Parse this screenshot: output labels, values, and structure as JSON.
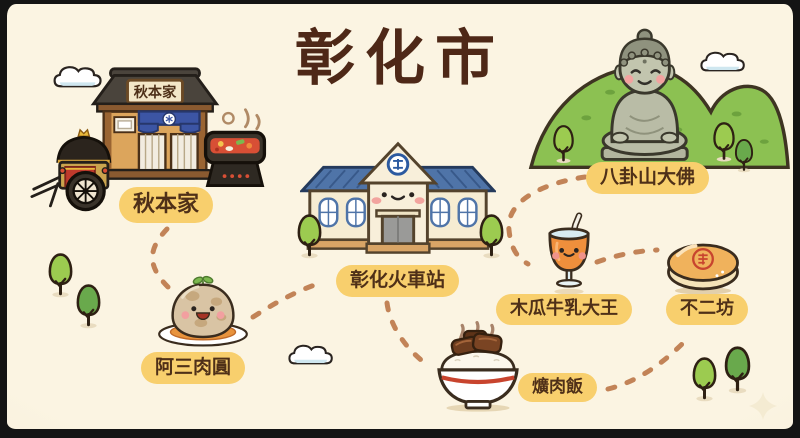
{
  "title": "彰化市",
  "palette": {
    "background_cream": "#fbf4e2",
    "frame_black": "#141414",
    "title_brown": "#4e2817",
    "label_pill_yellow": "#f8cf6d",
    "label_text_brown": "#4f3018",
    "route_dot_brown": "#c28357",
    "hill_green": "#8cc152",
    "tree_green_light": "#9ccb50",
    "tree_green_dark": "#69a94c",
    "station_roof_blue": "#4f74a8"
  },
  "map": {
    "storefront_sign_text": "秋本家",
    "locations": [
      {
        "name": "akimoto-ya",
        "label": "秋本家",
        "illustration": "storefront-with-rickshaw-and-hotpot"
      },
      {
        "name": "bagua-mountain-buddha",
        "label": "八卦山大佛",
        "illustration": "great-buddha-on-green-hill"
      },
      {
        "name": "changhua-train-station",
        "label": "彰化火車站",
        "illustration": "train-station-building-with-face"
      },
      {
        "name": "a-san-meatball",
        "label": "阿三肉圓",
        "illustration": "taiwanese-meatball-on-plate"
      },
      {
        "name": "papaya-milk-king",
        "label": "木瓜牛乳大王",
        "illustration": "papaya-milk-glass-with-straw"
      },
      {
        "name": "bu-er-fang",
        "label": "不二坊",
        "illustration": "egg-yolk-pastry-with-red-stamp"
      },
      {
        "name": "braised-pork-rice",
        "label": "爌肉飯",
        "illustration": "braised-pork-rice-bowl-with-steam"
      }
    ],
    "decorations": [
      "cloud-icon",
      "tree-icon",
      "sparkle-icon"
    ]
  }
}
